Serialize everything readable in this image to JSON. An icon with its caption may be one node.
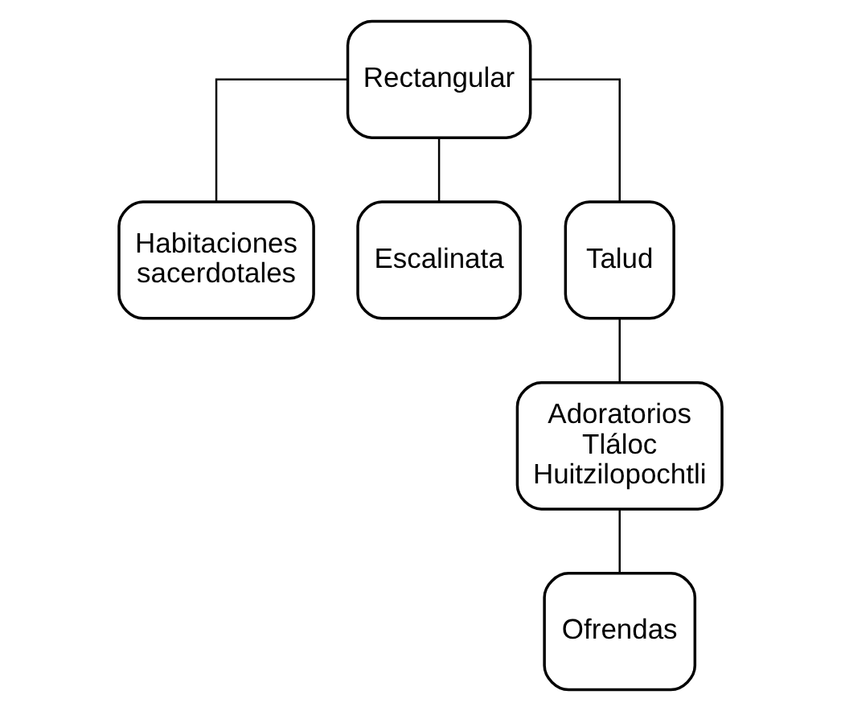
{
  "diagram": {
    "nodes": [
      {
        "text": [
          "Rectangular"
        ]
      },
      {
        "text": [
          "Habitaciones sacerdotales"
        ]
      },
      {
        "text": [
          "Escalinata"
        ]
      },
      {
        "text": [
          "Talud"
        ]
      },
      {
        "text": [
          "Adoratorios Tláloc Huitzilopochtli"
        ]
      },
      {
        "text": [
          "Ofrendas"
        ]
      }
    ],
    "edges": [
      {
        "from": 0,
        "to": 1,
        "arrow": "none"
      },
      {
        "from": 0,
        "to": 2,
        "arrow": "none"
      },
      {
        "from": 0,
        "to": 3,
        "arrow": "none"
      },
      {
        "from": 3,
        "to": 4,
        "arrow": "none"
      },
      {
        "from": 4,
        "to": 5,
        "arrow": "none"
      }
    ]
  }
}
